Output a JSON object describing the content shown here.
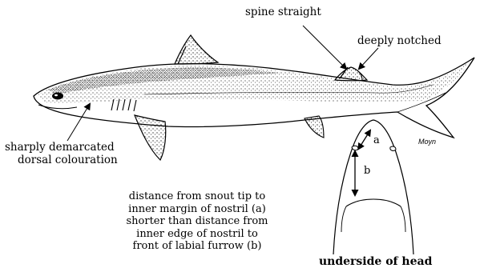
{
  "labels": {
    "spine": "spine straight",
    "notch": "deeply notched",
    "dorsal_line1": "sharply demarcated",
    "dorsal_line2": "dorsal colouration",
    "measure_lines": [
      "distance from snout tip to",
      "inner margin of nostril (a)",
      "shorter than distance from",
      "inner edge of nostril to",
      "front of labial furrow (b)"
    ],
    "head_caption": "underside of head",
    "mark_a": "a",
    "mark_b": "b",
    "signature": "Moyn"
  },
  "colors": {
    "ink": "#000000",
    "paper": "#ffffff"
  }
}
